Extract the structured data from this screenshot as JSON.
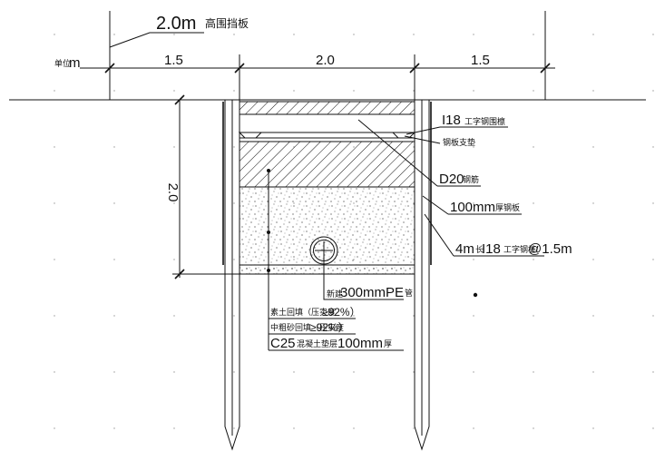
{
  "unit": {
    "prefix": "单位",
    "value": "m"
  },
  "dimensions": {
    "fence_height_value": "2.0m",
    "fence_height_label": "高围挡板",
    "left_span": "1.5",
    "trench_width": "2.0",
    "right_span": "1.5",
    "trench_depth": "2.0"
  },
  "callouts": {
    "i18_prefix": "I18",
    "i18_suffix": "工字钢围檩",
    "steel_pad": "钢板支垫",
    "d20_prefix": "D20",
    "d20_suffix": "钢筋",
    "plate_prefix": "100mm",
    "plate_suffix": "厚钢板",
    "pile_a": "4m",
    "pile_b": "长",
    "pile_c": "I18",
    "pile_d": "工字钢桩",
    "pile_e": "@1.5m",
    "pipe_prefix": "新建",
    "pipe_main": "300mmPE",
    "pipe_suffix": "管"
  },
  "legend": {
    "soil_a": "素土回填（压实度",
    "soil_b": "≥92%）",
    "sand_a": "中粗砂回填（压实度",
    "sand_b": "≥92%）",
    "concrete_a": "C25",
    "concrete_b": "混凝土垫层",
    "concrete_c": "100mm",
    "concrete_d": "厚"
  },
  "colors": {
    "line": "#111111",
    "background": "#ffffff"
  }
}
